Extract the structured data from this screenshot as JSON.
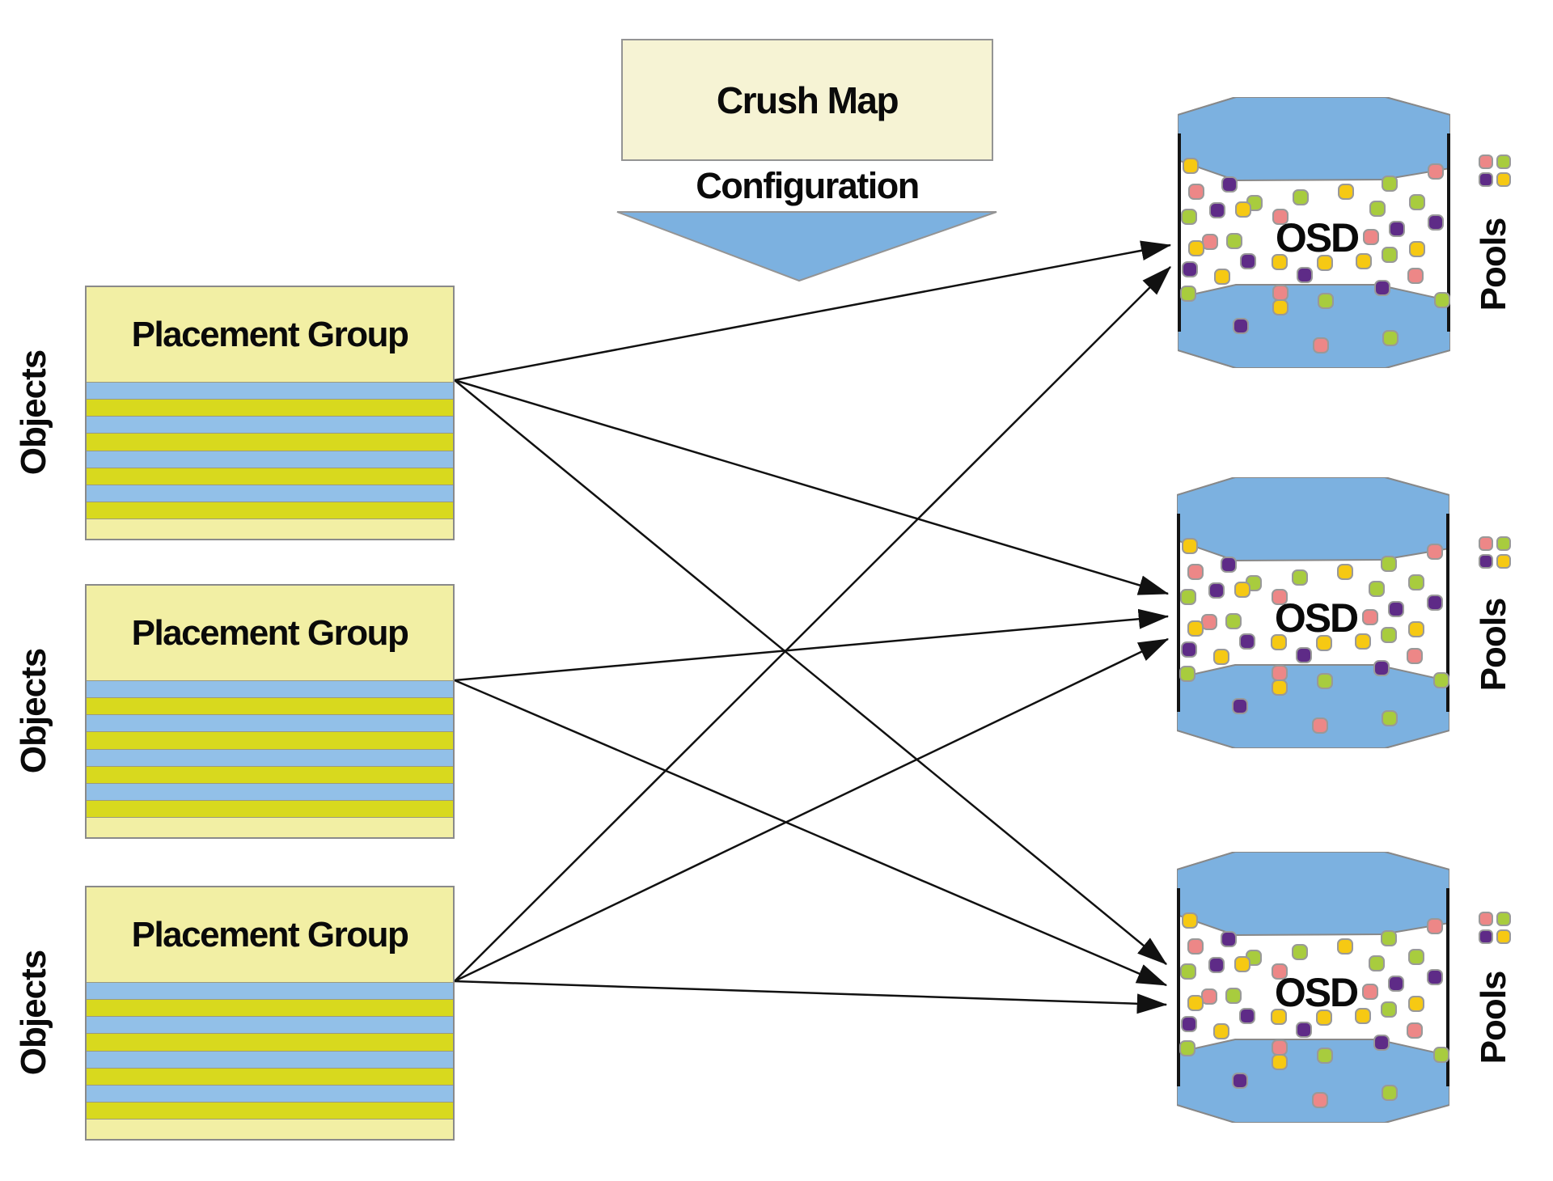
{
  "crush_map": {
    "label": "Crush Map"
  },
  "configuration": {
    "label": "Configuration"
  },
  "placement_groups": [
    {
      "label": "Placement Group",
      "side_label": "Objects"
    },
    {
      "label": "Placement Group",
      "side_label": "Objects"
    },
    {
      "label": "Placement Group",
      "side_label": "Objects"
    }
  ],
  "osds": [
    {
      "label": "OSD",
      "side_label": "Pools"
    },
    {
      "label": "OSD",
      "side_label": "Pools"
    },
    {
      "label": "OSD",
      "side_label": "Pools"
    }
  ],
  "stripe_colors": [
    "blue",
    "chartreuse",
    "blue",
    "chartreuse",
    "blue",
    "chartreuse",
    "blue",
    "chartreuse"
  ],
  "pool_legend_colors": [
    "salmon",
    "green",
    "purple",
    "yellow"
  ],
  "connections": [
    {
      "from": "pg1",
      "to": "osd1"
    },
    {
      "from": "pg1",
      "to": "osd2"
    },
    {
      "from": "pg1",
      "to": "osd3"
    },
    {
      "from": "pg2",
      "to": "osd2"
    },
    {
      "from": "pg2",
      "to": "osd3"
    },
    {
      "from": "pg3",
      "to": "osd1"
    },
    {
      "from": "pg3",
      "to": "osd2"
    },
    {
      "from": "pg3",
      "to": "osd3"
    }
  ],
  "colors": {
    "stripe_blue": "#92c0e8",
    "stripe_chartreuse": "#d8d91e",
    "box_yellow": "#f2efa4",
    "crush_cream": "#f6f3d4",
    "barrel_blue": "#7cb1e0",
    "outline_gray": "#888888",
    "dot_border": "#999999",
    "salmon": "#ed8787",
    "green": "#a8cc3e",
    "purple": "#5e2b87",
    "yellow": "#f6c913",
    "arrow_black": "#111111"
  },
  "osd_dots": [
    [
      16,
      85,
      "yellow"
    ],
    [
      319,
      92,
      "salmon"
    ],
    [
      64,
      108,
      "purple"
    ],
    [
      23,
      117,
      "salmon"
    ],
    [
      262,
      107,
      "green"
    ],
    [
      208,
      117,
      "yellow"
    ],
    [
      152,
      124,
      "green"
    ],
    [
      95,
      131,
      "green"
    ],
    [
      49,
      140,
      "purple"
    ],
    [
      81,
      139,
      "yellow"
    ],
    [
      14,
      148,
      "green"
    ],
    [
      127,
      148,
      "salmon"
    ],
    [
      247,
      138,
      "green"
    ],
    [
      296,
      130,
      "green"
    ],
    [
      319,
      155,
      "purple"
    ],
    [
      271,
      163,
      "purple"
    ],
    [
      239,
      173,
      "salmon"
    ],
    [
      40,
      179,
      "salmon"
    ],
    [
      23,
      187,
      "yellow"
    ],
    [
      70,
      178,
      "green"
    ],
    [
      262,
      195,
      "green"
    ],
    [
      296,
      188,
      "yellow"
    ],
    [
      87,
      203,
      "purple"
    ],
    [
      126,
      204,
      "yellow"
    ],
    [
      182,
      205,
      "yellow"
    ],
    [
      230,
      203,
      "yellow"
    ],
    [
      157,
      220,
      "purple"
    ],
    [
      15,
      213,
      "purple"
    ],
    [
      55,
      222,
      "yellow"
    ],
    [
      294,
      221,
      "salmon"
    ],
    [
      13,
      243,
      "green"
    ],
    [
      253,
      236,
      "purple"
    ],
    [
      327,
      251,
      "green"
    ],
    [
      127,
      242,
      "salmon"
    ],
    [
      127,
      260,
      "yellow"
    ],
    [
      183,
      252,
      "green"
    ],
    [
      78,
      283,
      "purple"
    ],
    [
      263,
      298,
      "green"
    ],
    [
      177,
      307,
      "salmon"
    ]
  ]
}
